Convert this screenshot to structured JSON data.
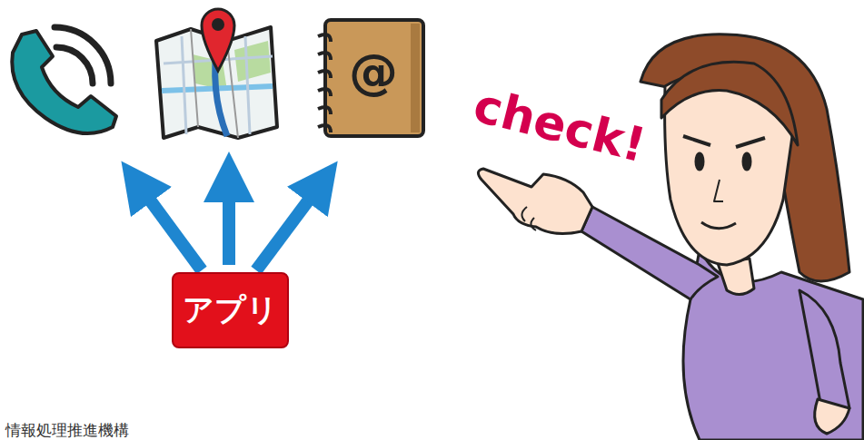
{
  "diagram": {
    "nodes": [
      {
        "text": [
          "アプリ"
        ]
      }
    ],
    "labels": [
      "@",
      "check!",
      "情報処理推進機構"
    ]
  }
}
